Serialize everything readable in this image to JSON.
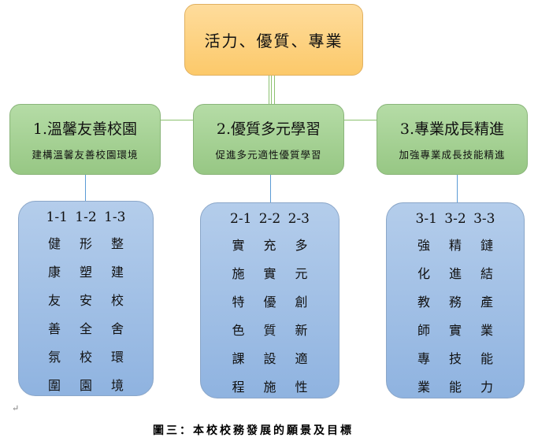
{
  "root": {
    "label": "活力、優質、專業"
  },
  "branches": [
    {
      "title": "1.溫馨友善校園",
      "subtitle": "建構溫馨友善校園環境",
      "codes": "1-1 1-2 1-3",
      "rows": [
        [
          "健",
          "形",
          "整"
        ],
        [
          "康",
          "塑",
          "建"
        ],
        [
          "友",
          "安",
          "校"
        ],
        [
          "善",
          "全",
          "舍"
        ],
        [
          "氛",
          "校",
          "環"
        ],
        [
          "圍",
          "園",
          "境"
        ]
      ]
    },
    {
      "title": "2.優質多元學習",
      "subtitle": "促進多元適性優質學習",
      "codes": "2-1 2-2 2-3",
      "rows": [
        [
          "實",
          "充",
          "多"
        ],
        [
          "施",
          "實",
          "元"
        ],
        [
          "特",
          "優",
          "創"
        ],
        [
          "色",
          "質",
          "新"
        ],
        [
          "課",
          "設",
          "適"
        ],
        [
          "程",
          "施",
          "性"
        ]
      ]
    },
    {
      "title": "3.專業成長精進",
      "subtitle": "加強專業成長技能精進",
      "codes": "3-1 3-2 3-3",
      "rows": [
        [
          "強",
          "精",
          "鏈"
        ],
        [
          "化",
          "進",
          "結"
        ],
        [
          "教",
          "務",
          "產"
        ],
        [
          "師",
          "實",
          "業"
        ],
        [
          "專",
          "技",
          "能"
        ],
        [
          "業",
          "能",
          "力"
        ]
      ]
    }
  ],
  "caption": "圖三：本校校務發展的願景及目標",
  "paragraph_mark": "↵",
  "colors": {
    "top": "#fcc96a",
    "green": "#9fcd8b",
    "blue": "#9dbde6"
  }
}
